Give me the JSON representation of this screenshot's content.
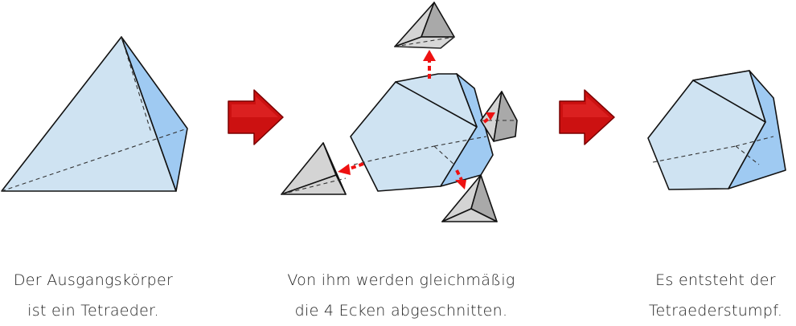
{
  "captions": {
    "step1": {
      "line1": "Der Ausgangskörper",
      "line2": "ist ein Tetraeder."
    },
    "step2": {
      "line1": "Von ihm werden gleichmäßig",
      "line2": "die 4 Ecken abgeschnitten."
    },
    "step3": {
      "line1": "Es entsteht der",
      "line2": "Tetraederstumpf."
    }
  },
  "colors": {
    "face_light": "#cfe3f2",
    "face_side": "#9fcaf2",
    "arrow_red": "#cc1111",
    "corner_grey": "#d4d4d4"
  }
}
